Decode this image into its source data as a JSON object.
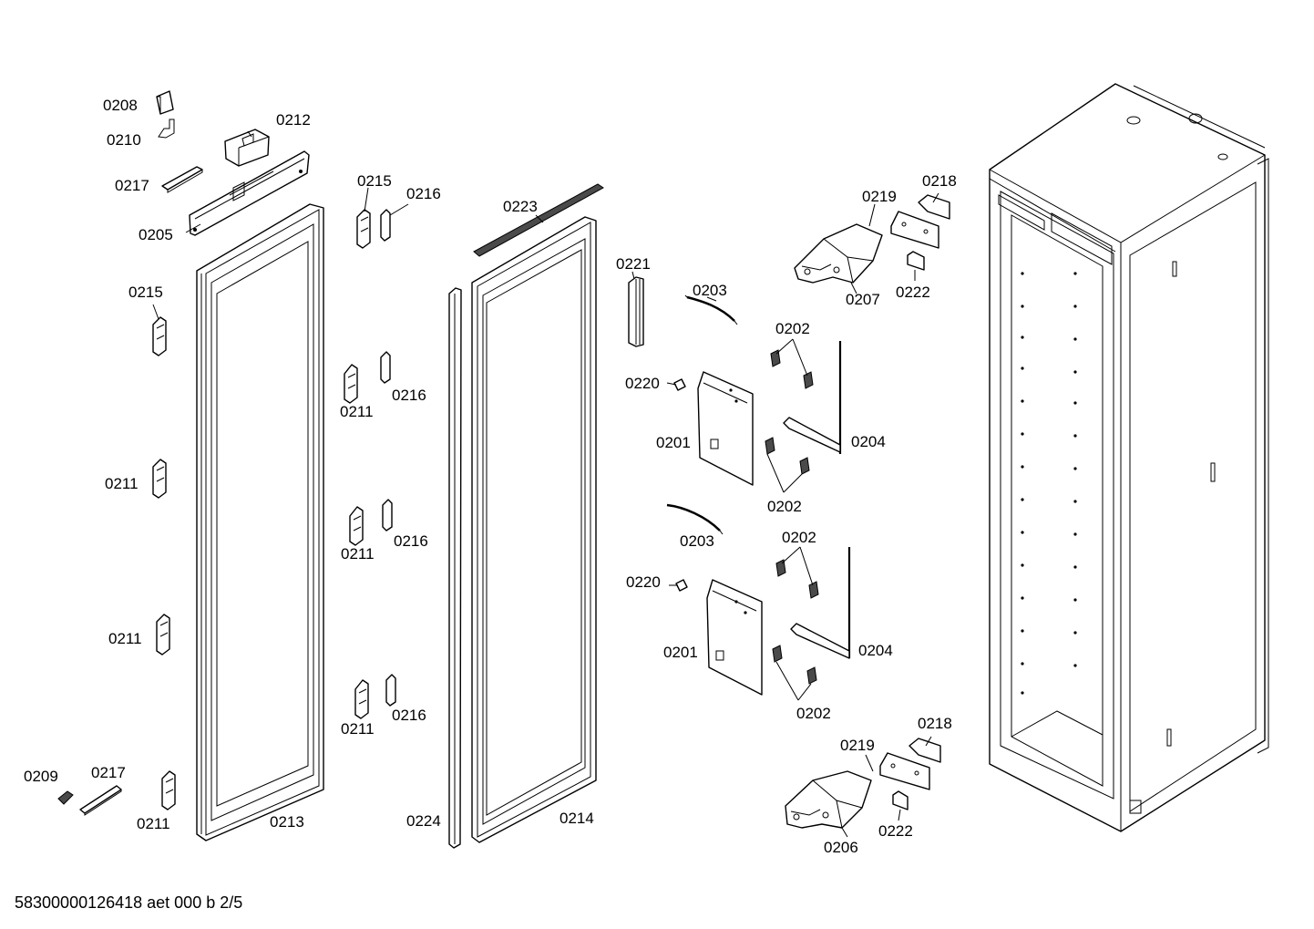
{
  "labels": {
    "l0208": "0208",
    "l0210": "0210",
    "l0212": "0212",
    "l0217a": "0217",
    "l0205": "0205",
    "l0215a": "0215",
    "l0211a": "0211",
    "l0211b": "0211",
    "l0209": "0209",
    "l0217b": "0217",
    "l0211c": "0211",
    "l0213": "0213",
    "l0215b": "0215",
    "l0216a": "0216",
    "l0211d": "0211",
    "l0216b": "0216",
    "l0211e": "0211",
    "l0216c": "0216",
    "l0211f": "0211",
    "l0216d": "0216",
    "l0223": "0223",
    "l0224": "0224",
    "l0214": "0214",
    "l0221": "0221",
    "l0203a": "0203",
    "l0220a": "0220",
    "l0201a": "0201",
    "l0203b": "0203",
    "l0220b": "0220",
    "l0201b": "0201",
    "l0202a": "0202",
    "l0202b": "0202",
    "l0202c": "0202",
    "l0202d": "0202",
    "l0204a": "0204",
    "l0204b": "0204",
    "l0219a": "0219",
    "l0218a": "0218",
    "l0207": "0207",
    "l0222a": "0222",
    "l0219b": "0219",
    "l0218b": "0218",
    "l0206": "0206",
    "l0222b": "0222"
  },
  "footer": {
    "doc_ref": "58300000126418 aet 000 b 2/5"
  }
}
